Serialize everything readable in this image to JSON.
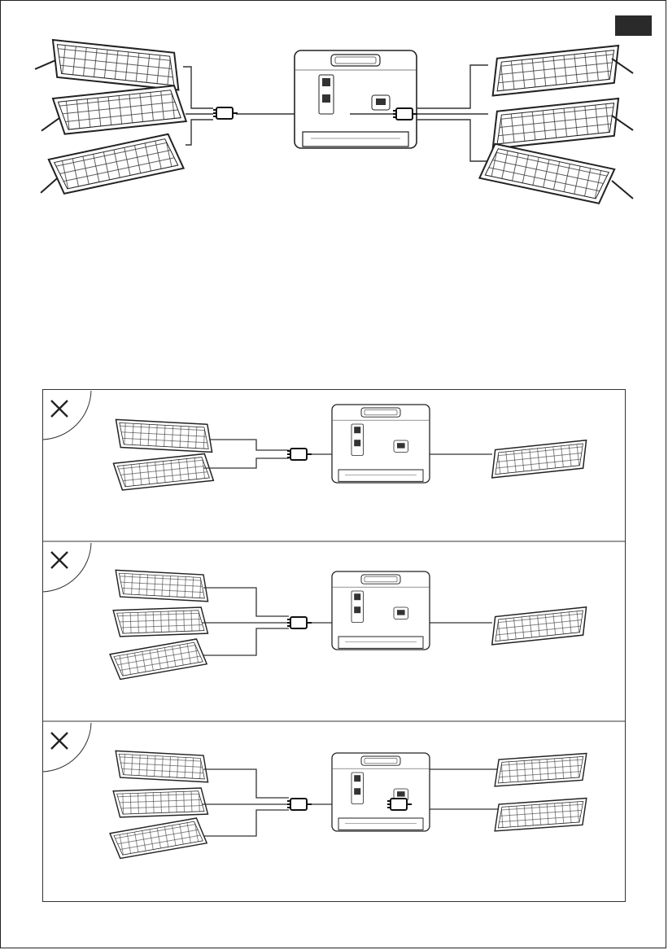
{
  "page": {
    "colors": {
      "ink": "#333333",
      "panel_fill": "#ffffff",
      "tab": "#2a2a2a"
    }
  },
  "top_diagram": {
    "left_panels": 3,
    "right_panels": 3,
    "connectors": 2
  },
  "incorrect_examples": [
    {
      "icon": "cross-icon",
      "left_panels": 2,
      "right_panels": 1,
      "right_connector": false
    },
    {
      "icon": "cross-icon",
      "left_panels": 3,
      "right_panels": 1,
      "right_connector": false
    },
    {
      "icon": "cross-icon",
      "left_panels": 3,
      "right_panels": 2,
      "right_connector": true
    }
  ]
}
